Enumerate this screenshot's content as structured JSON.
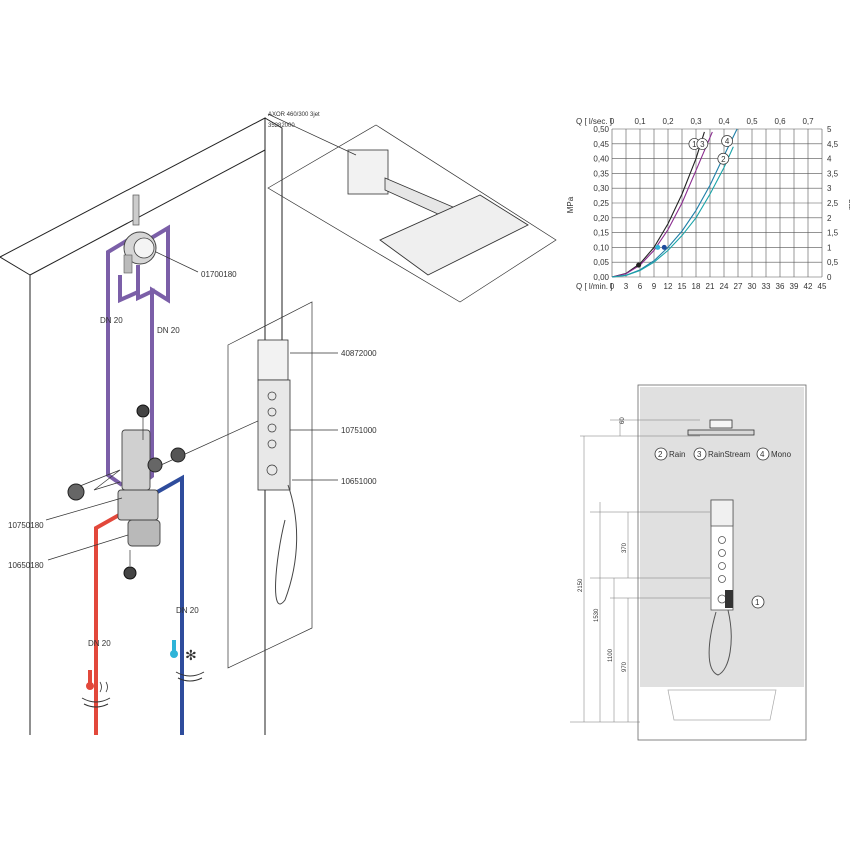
{
  "left_drawing": {
    "ceiling_label_line1": "AXOR 460/300 3jet",
    "ceiling_label_line2": "35282000",
    "part_numbers": {
      "top_valve": "01700180",
      "panel_top": "40872000",
      "panel_mid": "10751000",
      "panel_bottom": "10651000",
      "mixer_upper": "10750180",
      "mixer_lower": "10650180"
    },
    "pipe_labels": {
      "purple_left": "DN 20",
      "purple_right": "DN 20",
      "hot": "DN 20",
      "cold": "DN 20"
    },
    "colors": {
      "purple": "#7b5fa8",
      "hot": "#e2483b",
      "cold": "#2e4c9c",
      "cyan": "#2fb4d8"
    },
    "icons": [
      "hot-water-icon",
      "cold-water-snowflake-icon"
    ]
  },
  "chart_data": {
    "type": "line",
    "top_axis_label": "Q [ l/sec. ]",
    "bottom_axis_label": "Q [ l/min. ]",
    "left_axis_label": "MPa",
    "right_axis_label": "bar",
    "top_ticks": [
      "0",
      "0,1",
      "0,2",
      "0,3",
      "0,4",
      "0,5",
      "0,6",
      "0,7"
    ],
    "bottom_ticks": [
      "0",
      "3",
      "6",
      "9",
      "12",
      "15",
      "18",
      "21",
      "24",
      "27",
      "30",
      "33",
      "36",
      "39",
      "42",
      "45"
    ],
    "left_ticks": [
      "0,00",
      "0,05",
      "0,10",
      "0,15",
      "0,20",
      "0,25",
      "0,30",
      "0,35",
      "0,40",
      "0,45",
      "0,50"
    ],
    "right_ticks": [
      "0",
      "0,5",
      "1",
      "1,5",
      "2",
      "2,5",
      "3",
      "3,5",
      "4",
      "4,5",
      "5"
    ],
    "xlim": [
      0,
      45
    ],
    "ylim": [
      0,
      0.5
    ],
    "grid": true,
    "series": [
      {
        "name": "1",
        "color": "#222222",
        "x": [
          0,
          3,
          6,
          9,
          12,
          15,
          18,
          19.8
        ],
        "y": [
          0,
          0.012,
          0.045,
          0.1,
          0.18,
          0.28,
          0.4,
          0.49
        ]
      },
      {
        "name": "3",
        "color": "#8a2c8f",
        "x": [
          0,
          3,
          6,
          9,
          12,
          15,
          18,
          21.5
        ],
        "y": [
          0,
          0.011,
          0.04,
          0.09,
          0.16,
          0.25,
          0.36,
          0.49
        ]
      },
      {
        "name": "4",
        "color": "#1e7fa8",
        "x": [
          0,
          3,
          6,
          9,
          12,
          15,
          18,
          21,
          24,
          26.8
        ],
        "y": [
          0,
          0.006,
          0.024,
          0.055,
          0.1,
          0.155,
          0.225,
          0.31,
          0.41,
          0.5
        ]
      },
      {
        "name": "2",
        "color": "#1aa3a8",
        "x": [
          0,
          3,
          6,
          9,
          12,
          15,
          18,
          21,
          24,
          26
        ],
        "y": [
          0,
          0.005,
          0.022,
          0.05,
          0.09,
          0.14,
          0.2,
          0.28,
          0.37,
          0.44
        ]
      }
    ],
    "markers": [
      {
        "x": 5.7,
        "y": 0.04,
        "color": "#222222"
      },
      {
        "x": 9.8,
        "y": 0.1,
        "color": "#2fb4d8"
      },
      {
        "x": 11.2,
        "y": 0.1,
        "color": "#1e4c9c"
      }
    ]
  },
  "elevation": {
    "dim_top": "60",
    "legend": [
      {
        "num": "2",
        "label": "Rain"
      },
      {
        "num": "3",
        "label": "RainStream"
      },
      {
        "num": "4",
        "label": "Mono"
      }
    ],
    "callout": "1",
    "dims": {
      "d2150": "2150",
      "d1530": "1530",
      "d1100": "1100",
      "d970": "970",
      "d370": "370"
    },
    "colors": {
      "wall": "#e0e0e0",
      "white": "#ffffff"
    }
  }
}
